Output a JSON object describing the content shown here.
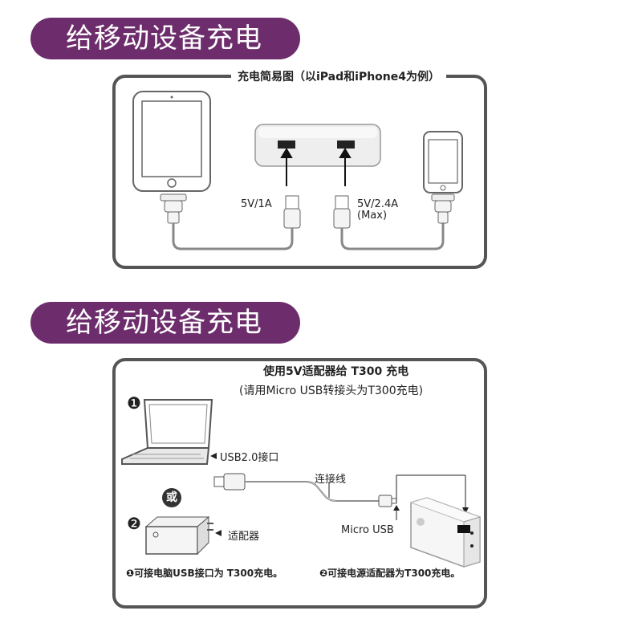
{
  "section1": {
    "banner": "给移动设备充电",
    "frame_title": "充电简易图（以iPad和iPhone4为例）",
    "left_port_label": "5V/1A",
    "right_port_label_line1": "5V/2.4A",
    "right_port_label_line2": "(Max)"
  },
  "section2": {
    "banner": "给移动设备充电",
    "title_line1": "使用5V适配器给 T300 充电",
    "title_line2": "(请用Micro  USB转接头为T300充电)",
    "step1_marker": "❶",
    "step2_marker": "❷",
    "usb_label": "USB2.0接口",
    "or_label": "或",
    "adapter_label": "适配器",
    "cable_label": "连接线",
    "micro_usb_label": "Micro USB",
    "note1": "❶可接电脑USB接口为 T300充电。",
    "note2": "❷可接电源适配器为T300充电。"
  }
}
